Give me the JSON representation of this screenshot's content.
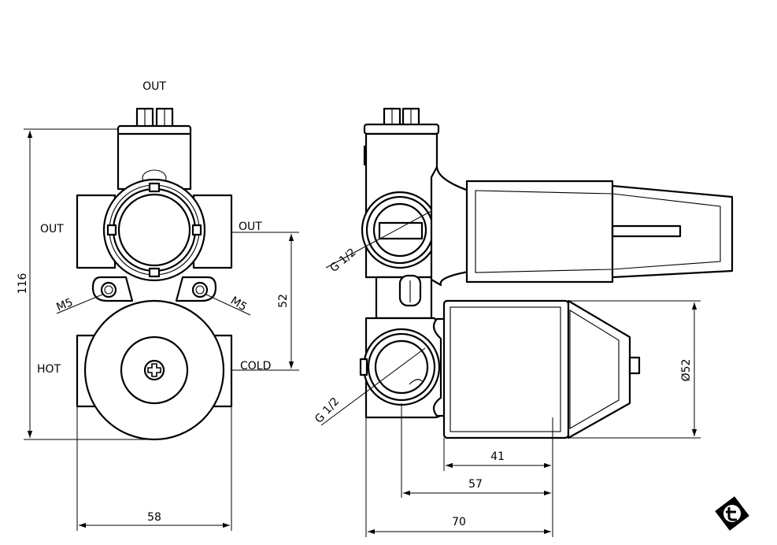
{
  "front_view": {
    "label_out_top": "OUT",
    "label_out_left": "OUT",
    "label_out_right": "OUT",
    "label_hot": "HOT",
    "label_cold": "COLD",
    "label_m5_left": "M5",
    "label_m5_right": "M5",
    "dim_height": "116",
    "dim_center_distance": "52",
    "dim_width": "58"
  },
  "side_view": {
    "label_thread_upper": "G 1/2",
    "label_thread_lower": "G 1/2",
    "dim_diameter": "Ø52",
    "dim_41": "41",
    "dim_57": "57",
    "dim_70": "70"
  },
  "logo": {
    "icon": "brand-logo-icon"
  }
}
